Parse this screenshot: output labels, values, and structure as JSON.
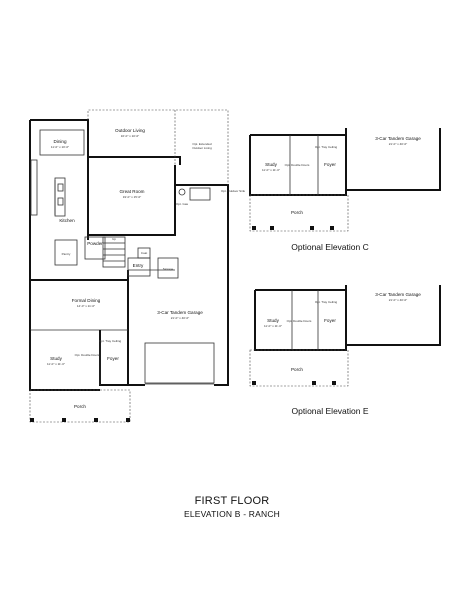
{
  "main_plan": {
    "rooms": {
      "dining": {
        "name": "Dining",
        "dim": "11'-0\" x 10'-0\""
      },
      "outdoor_living": {
        "name": "Outdoor Living",
        "dim": "16'-0\" x 10'-0\""
      },
      "opt_extended": {
        "name": "Opt. Extended",
        "name2": "Outdoor Living"
      },
      "great_room": {
        "name": "Great Room",
        "dim": "19'-0\" x 15'-0\""
      },
      "kitchen": {
        "name": "Kitchen"
      },
      "pantry": {
        "name": "Pantry"
      },
      "powder": {
        "name": "Powder"
      },
      "entry": {
        "name": "Entry"
      },
      "storage": {
        "name": "Storage"
      },
      "formal_dining": {
        "name": "Formal Dining",
        "dim": "14'-0\" x 11'-0\""
      },
      "garage": {
        "name": "3-Car Tandem Garage",
        "dim": "21'-0\" x 40'-0\""
      },
      "study": {
        "name": "Study",
        "dim": "11'-0\" x 11'-0\""
      },
      "foyer": {
        "name": "Foyer"
      },
      "porch": {
        "name": "Porch"
      }
    },
    "small_labels": {
      "opt_double_doors": "Opt. Double Doors",
      "opt_tray_ceiling": "Opt. Tray Ceiling",
      "opt_outdoor_sink": "Opt. Outdoor Sink",
      "opt_gas": "Opt. Gas",
      "coat": "Coat",
      "up": "Up"
    }
  },
  "elevation_c": {
    "caption": "Optional Elevation C",
    "study": {
      "name": "Study",
      "dim": "11'-0\" x 11'-0\""
    },
    "foyer": "Foyer",
    "porch": "Porch",
    "garage": {
      "name": "3-Car Tandem Garage",
      "dim": "21'-0\" x 40'-0\""
    },
    "opt_double_doors": "Opt. Double Doors",
    "opt_tray_ceiling": "Opt. Tray Ceiling"
  },
  "elevation_e": {
    "caption": "Optional Elevation E",
    "study": {
      "name": "Study",
      "dim": "11'-0\" x 11'-0\""
    },
    "foyer": "Foyer",
    "porch": "Porch",
    "garage": {
      "name": "3-Car Tandem Garage",
      "dim": "21'-0\" x 40'-0\""
    },
    "opt_double_doors": "Opt. Double Doors",
    "opt_tray_ceiling": "Opt. Tray Ceiling"
  },
  "titles": {
    "floor": "FIRST FLOOR",
    "elevation": "ELEVATION B - RANCH"
  }
}
